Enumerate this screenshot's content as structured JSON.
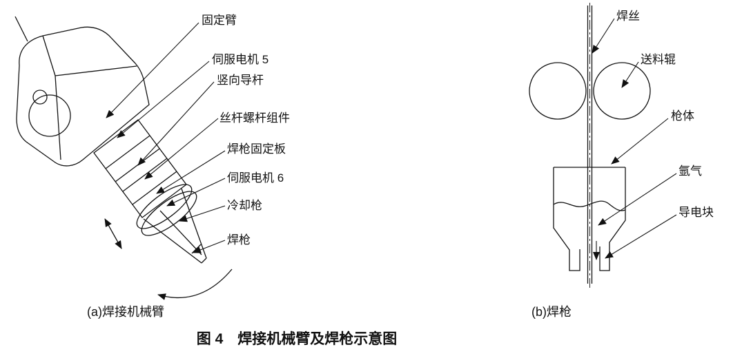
{
  "figure": {
    "title": "图 4　焊接机械臂及焊枪示意图"
  },
  "diagram_a": {
    "caption": "(a)焊接机械臂",
    "labels": {
      "fixed_arm": "固定臂",
      "servo_motor_5": "伺服电机 5",
      "vertical_guide_rod": "竖向导杆",
      "lead_screw_assembly": "丝杆螺杆组件",
      "gun_mounting_plate": "焊枪固定板",
      "servo_motor_6": "伺服电机 6",
      "cooling_gun": "冷却枪",
      "welding_gun": "焊枪"
    }
  },
  "diagram_b": {
    "caption": "(b)焊枪",
    "labels": {
      "welding_wire": "焊丝",
      "feed_roller": "送料辊",
      "gun_body": "枪体",
      "argon_gas": "氩气",
      "conductive_block": "导电块"
    }
  }
}
